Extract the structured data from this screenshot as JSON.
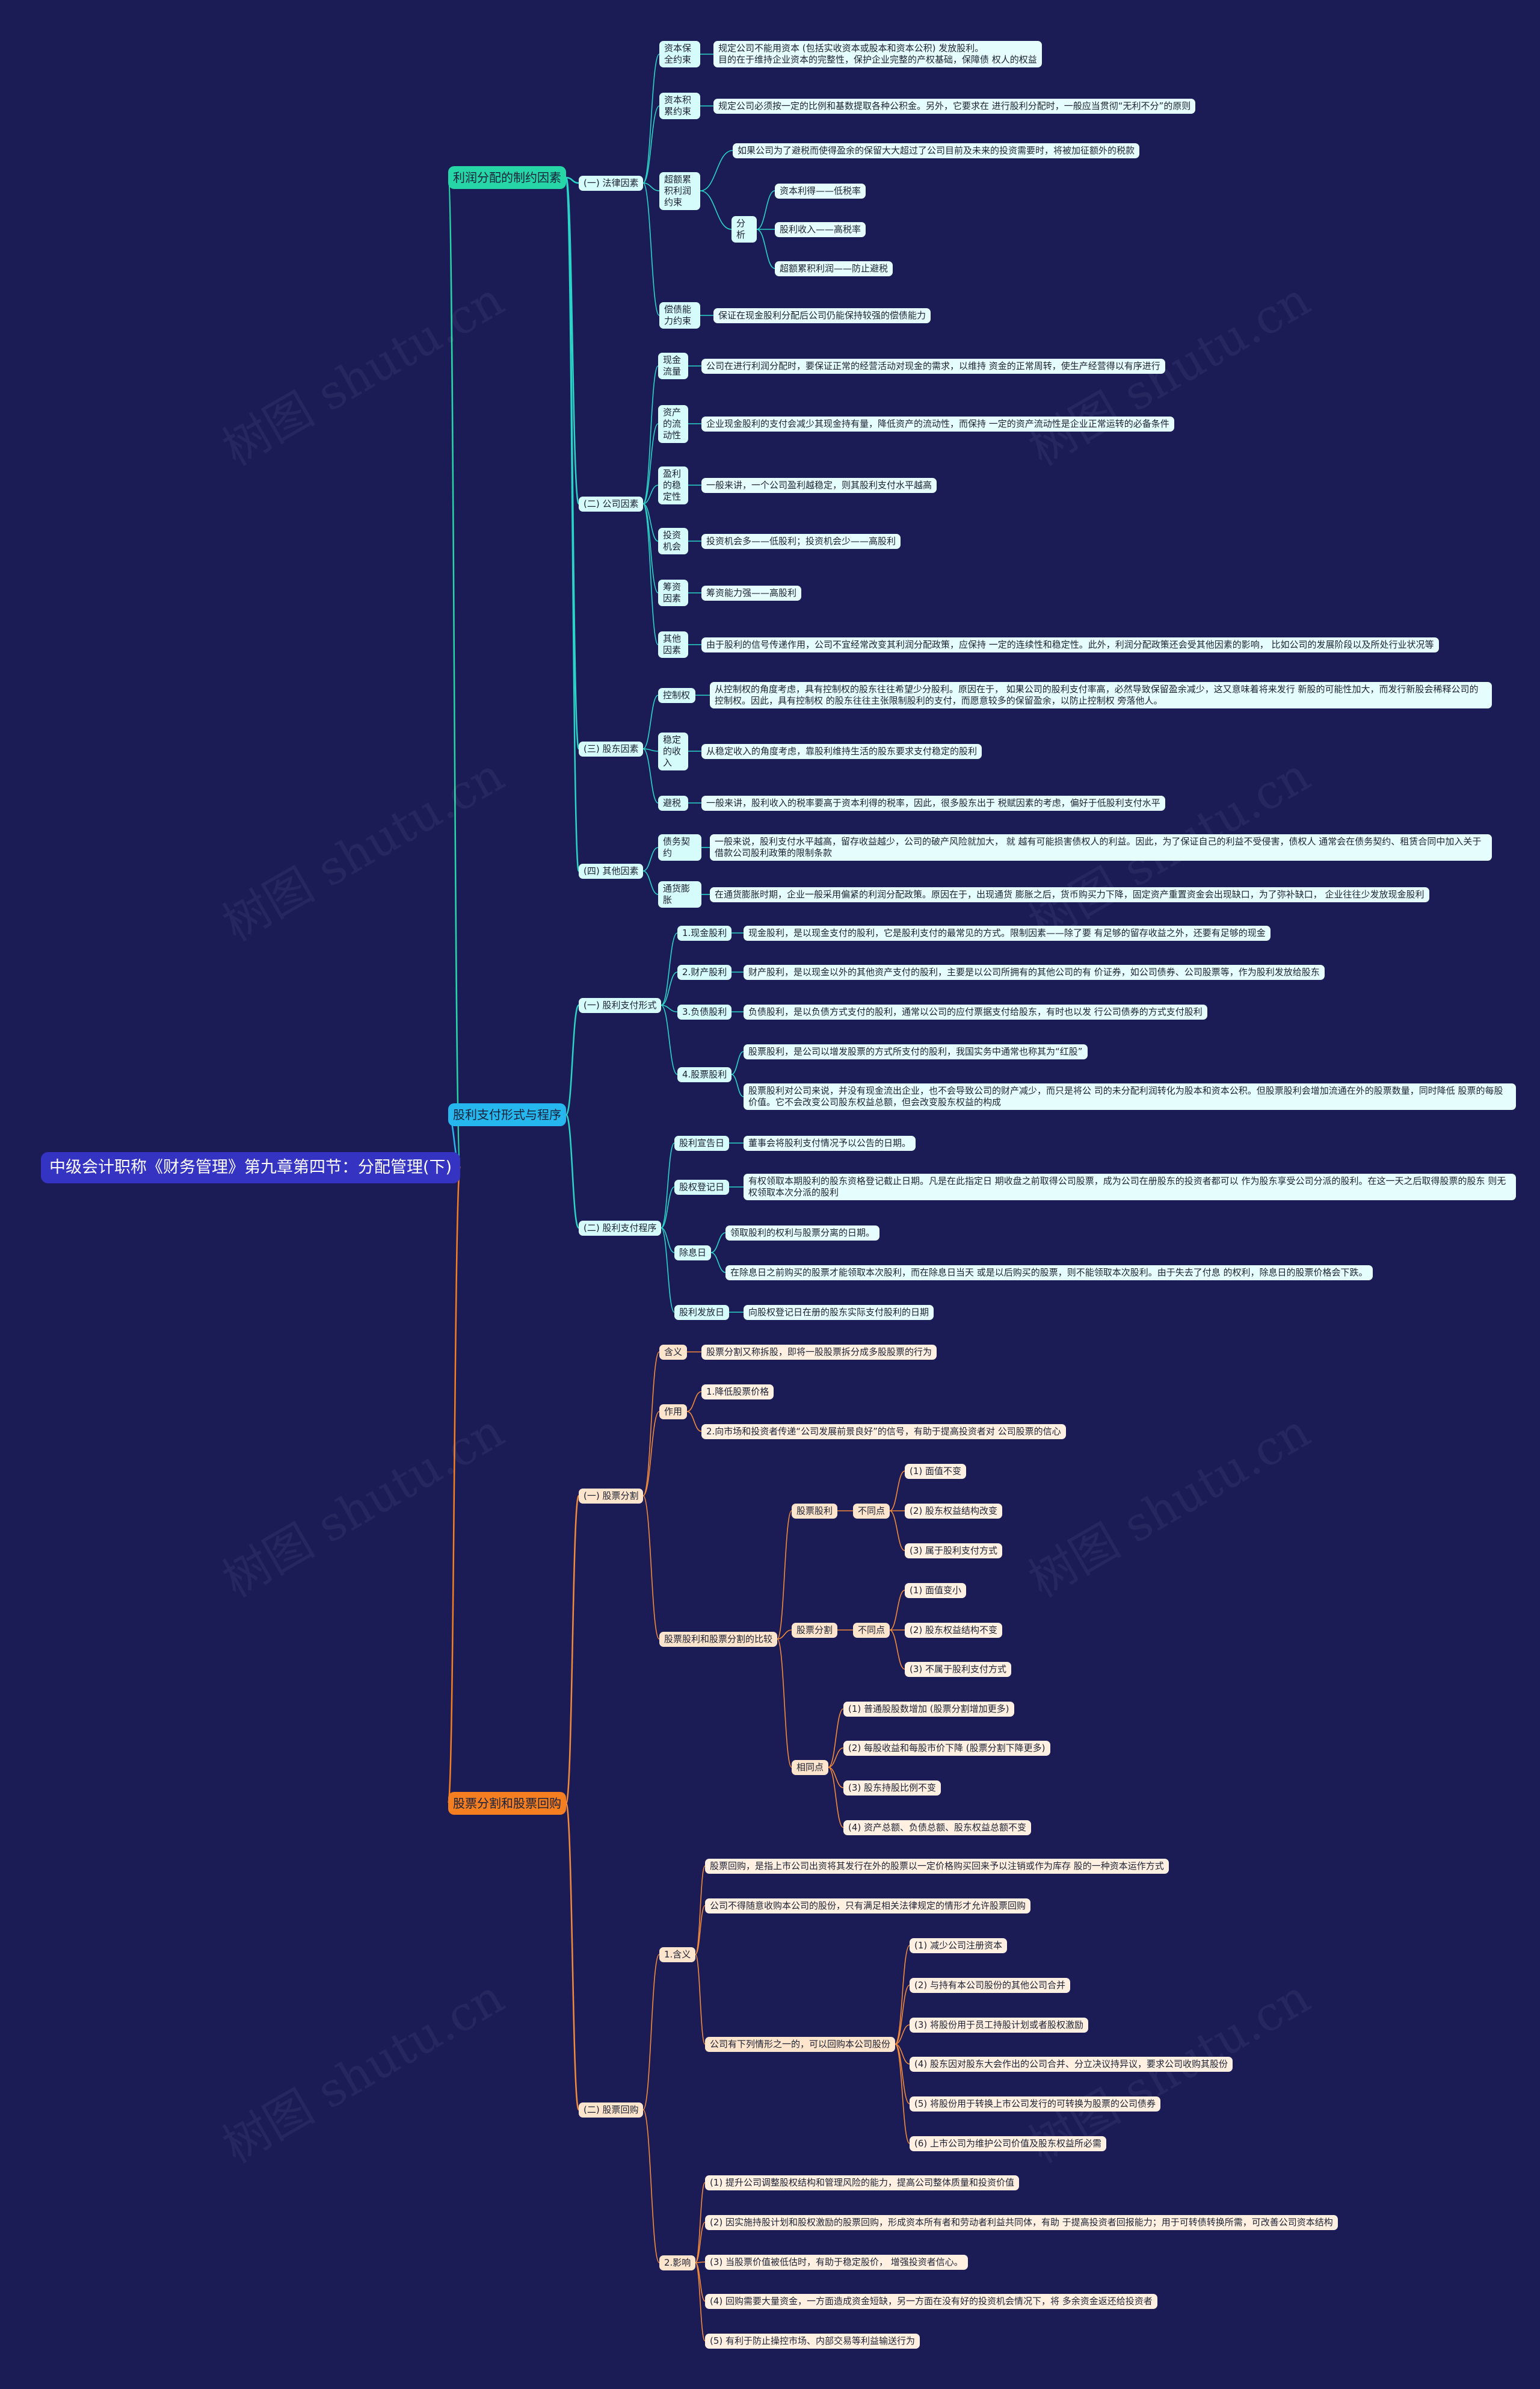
{
  "watermark": "树图 shutu.cn",
  "colors": {
    "background": "#1b1c56",
    "root": "#3433c2",
    "branch_green": "#27d6a6",
    "branch_blue": "#26b7ee",
    "branch_orange": "#f57e21"
  },
  "root": "中级会计职称《财务管理》第九章第四节：分配管理(下)",
  "branches": [
    {
      "label": "利润分配的制约因素",
      "color": "#27d6a6",
      "theme": "c",
      "children": [
        {
          "label": "(一) 法律因素",
          "children": [
            {
              "label": "资本保全约束",
              "children": [
                {
                  "label": "规定公司不能用资本 (包括实收资本或股本和资本公积) 发放股利。\n目的在于维持企业资本的完整性，保护企业完整的产权基础，保障债 权人的权益"
                }
              ]
            },
            {
              "label": "资本积累约束",
              "children": [
                {
                  "label": "规定公司必须按一定的比例和基数提取各种公积金。另外，它要求在 进行股利分配时，一般应当贯彻“无利不分”的原则"
                }
              ]
            },
            {
              "label": "超额累积利润约束",
              "children": [
                {
                  "label": "如果公司为了避税而使得盈余的保留大大超过了公司目前及未来的投资需要时，将被加征额外的税款"
                },
                {
                  "label": "分析",
                  "children": [
                    {
                      "label": "资本利得——低税率"
                    },
                    {
                      "label": "股利收入——高税率"
                    },
                    {
                      "label": "超额累积利润——防止避税"
                    }
                  ]
                }
              ]
            },
            {
              "label": "偿债能力约束",
              "children": [
                {
                  "label": "保证在现金股利分配后公司仍能保持较强的偿债能力"
                }
              ]
            }
          ]
        },
        {
          "label": "(二) 公司因素",
          "children": [
            {
              "label": "现金流量",
              "children": [
                {
                  "label": "公司在进行利润分配时，要保证正常的经营活动对现金的需求，以维持 资金的正常周转，使生产经营得以有序进行"
                }
              ]
            },
            {
              "label": "资产的流动性",
              "children": [
                {
                  "label": "企业现金股利的支付会减少其现金持有量，降低资产的流动性，而保持 一定的资产流动性是企业正常运转的必备条件"
                }
              ]
            },
            {
              "label": "盈利的稳定性",
              "children": [
                {
                  "label": "一般来讲，一个公司盈利越稳定，则其股利支付水平越高"
                }
              ]
            },
            {
              "label": "投资机会",
              "children": [
                {
                  "label": "投资机会多——低股利；投资机会少——高股利"
                }
              ]
            },
            {
              "label": "筹资因素",
              "children": [
                {
                  "label": "筹资能力强——高股利"
                }
              ]
            },
            {
              "label": "其他因素",
              "children": [
                {
                  "label": "由于股利的信号传递作用，公司不宜经常改变其利润分配政策，应保持 一定的连续性和稳定性。此外，利润分配政策还会受其他因素的影响， 比如公司的发展阶段以及所处行业状况等"
                }
              ]
            }
          ]
        },
        {
          "label": "(三) 股东因素",
          "children": [
            {
              "label": "控制权",
              "children": [
                {
                  "label": "从控制权的角度考虑，具有控制权的股东往往希望少分股利。原因在于， 如果公司的股利支付率高，必然导致保留盈余减少，这又意味着将来发行 新股的可能性加大，而发行新股会稀释公司的控制权。因此，具有控制权 的股东往往主张限制股利的支付，而愿意较多的保留盈余，以防止控制权 旁落他人。"
                }
              ]
            },
            {
              "label": "稳定的收入",
              "children": [
                {
                  "label": "从稳定收入的角度考虑，靠股利维持生活的股东要求支付稳定的股利"
                }
              ]
            },
            {
              "label": "避税",
              "children": [
                {
                  "label": "一般来讲，股利收入的税率要高于资本利得的税率，因此，很多股东出于 税赋因素的考虑，偏好于低股利支付水平"
                }
              ]
            }
          ]
        },
        {
          "label": "(四) 其他因素",
          "children": [
            {
              "label": "债务契约",
              "children": [
                {
                  "label": "一般来说，股利支付水平越高，留存收益越少，公司的破产风险就加大， 就 越有可能损害债权人的利益。因此，为了保证自己的利益不受侵害，债权人 通常会在债务契约、租赁合同中加入关于借款公司股利政策的限制条款"
                }
              ]
            },
            {
              "label": "通货膨胀",
              "children": [
                {
                  "label": "在通货膨胀时期，企业一般采用偏紧的利润分配政策。原因在于，出现通货 膨胀之后，货币购买力下降，固定资产重置资金会出现缺口，为了弥补缺口， 企业往往少发放现金股利"
                }
              ]
            }
          ]
        }
      ]
    },
    {
      "label": "股利支付形式与程序",
      "color": "#26b7ee",
      "theme": "c",
      "children": [
        {
          "label": "(一) 股利支付形式",
          "children": [
            {
              "label": "1.现金股利",
              "children": [
                {
                  "label": "现金股利，是以现金支付的股利，它是股利支付的最常见的方式。限制因素——除了要 有足够的留存收益之外，还要有足够的现金"
                }
              ]
            },
            {
              "label": "2.财产股利",
              "children": [
                {
                  "label": "财产股利，是以现金以外的其他资产支付的股利，主要是以公司所拥有的其他公司的有 价证券，如公司债券、公司股票等，作为股利发放给股东"
                }
              ]
            },
            {
              "label": "3.负债股利",
              "children": [
                {
                  "label": "负债股利，是以负债方式支付的股利，通常以公司的应付票据支付给股东，有时也以发 行公司债券的方式支付股利"
                }
              ]
            },
            {
              "label": "4.股票股利",
              "children": [
                {
                  "label": "股票股利，是公司以增发股票的方式所支付的股利，我国实务中通常也称其为“红股”"
                },
                {
                  "label": "股票股利对公司来说，并没有现金流出企业，也不会导致公司的财产减少，而只是将公 司的未分配利润转化为股本和资本公积。但股票股利会增加流通在外的股票数量，同时降低 股票的每股价值。它不会改变公司股东权益总额，但会改变股东权益的构成"
                }
              ]
            }
          ]
        },
        {
          "label": "(二) 股利支付程序",
          "children": [
            {
              "label": "股利宣告日",
              "children": [
                {
                  "label": "董事会将股利支付情况予以公告的日期。"
                }
              ]
            },
            {
              "label": "股权登记日",
              "children": [
                {
                  "label": "有权领取本期股利的股东资格登记截止日期。凡是在此指定日 期收盘之前取得公司股票，成为公司在册股东的投资者都可以 作为股东享受公司分派的股利。在这一天之后取得股票的股东 则无权领取本次分派的股利"
                }
              ]
            },
            {
              "label": "除息日",
              "children": [
                {
                  "label": "领取股利的权利与股票分离的日期。"
                },
                {
                  "label": "在除息日之前购买的股票才能领取本次股利，而在除息日当天 或是以后购买的股票，则不能领取本次股利。由于失去了付息 的权利，除息日的股票价格会下跌。"
                }
              ]
            },
            {
              "label": "股利发放日",
              "children": [
                {
                  "label": "向股权登记日在册的股东实际支付股利的日期"
                }
              ]
            }
          ]
        }
      ]
    },
    {
      "label": "股票分割和股票回购",
      "color": "#f57e21",
      "theme": "o",
      "children": [
        {
          "label": "(一) 股票分割",
          "children": [
            {
              "label": "含义",
              "children": [
                {
                  "label": "股票分割又称拆股，即将一股股票拆分成多股股票的行为"
                }
              ]
            },
            {
              "label": "作用",
              "children": [
                {
                  "label": "1.降低股票价格"
                },
                {
                  "label": "2.向市场和投资者传递“公司发展前景良好”的信号，有助于提高投资者对 公司股票的信心"
                }
              ]
            },
            {
              "label": "股票股利和股票分割的比较",
              "children": [
                {
                  "label": "股票股利",
                  "children": [
                    {
                      "label": "不同点",
                      "children": [
                        {
                          "label": "(1) 面值不变"
                        },
                        {
                          "label": "(2) 股东权益结构改变"
                        },
                        {
                          "label": "(3) 属于股利支付方式"
                        }
                      ]
                    }
                  ]
                },
                {
                  "label": "股票分割",
                  "children": [
                    {
                      "label": "不同点",
                      "children": [
                        {
                          "label": "(1) 面值变小"
                        },
                        {
                          "label": "(2) 股东权益结构不变"
                        },
                        {
                          "label": "(3) 不属于股利支付方式"
                        }
                      ]
                    }
                  ]
                },
                {
                  "label": "相同点",
                  "children": [
                    {
                      "label": "(1) 普通股股数增加 (股票分割增加更多)"
                    },
                    {
                      "label": "(2) 每股收益和每股市价下降 (股票分割下降更多)"
                    },
                    {
                      "label": "(3) 股东持股比例不变"
                    },
                    {
                      "label": "(4) 资产总额、负债总额、股东权益总额不变"
                    }
                  ]
                }
              ]
            }
          ]
        },
        {
          "label": "(二) 股票回购",
          "children": [
            {
              "label": "1.含义",
              "children": [
                {
                  "label": "股票回购，是指上市公司出资将其发行在外的股票以一定价格购买回来予以注销或作为库存 股的一种资本运作方式"
                },
                {
                  "label": "公司不得随意收购本公司的股份，只有满足相关法律规定的情形才允许股票回购"
                },
                {
                  "label": "公司有下列情形之一的，可以回购本公司股份",
                  "children": [
                    {
                      "label": "(1) 减少公司注册资本"
                    },
                    {
                      "label": "(2) 与持有本公司股份的其他公司合并"
                    },
                    {
                      "label": "(3) 将股份用于员工持股计划或者股权激励"
                    },
                    {
                      "label": "(4) 股东因对股东大会作出的公司合并、分立决议持异议，要求公司收购其股份"
                    },
                    {
                      "label": "(5) 将股份用于转换上市公司发行的可转换为股票的公司债券"
                    },
                    {
                      "label": "(6) 上市公司为维护公司价值及股东权益所必需"
                    }
                  ]
                }
              ]
            },
            {
              "label": "2.影响",
              "children": [
                {
                  "label": "(1) 提升公司调整股权结构和管理风险的能力，提高公司整体质量和投资价值"
                },
                {
                  "label": "(2) 因实施持股计划和股权激励的股票回购，形成资本所有者和劳动者利益共同体，有助 于提高投资者回报能力；用于可转债转换所需，可改善公司资本结构"
                },
                {
                  "label": "(3) 当股票价值被低估时，有助于稳定股价， 增强投资者信心。"
                },
                {
                  "label": "(4) 回购需要大量资金，一方面造成资金短缺，另一方面在没有好的投资机会情况下，将 多余资金返还给投资者"
                },
                {
                  "label": "(5) 有利于防止操控市场、内部交易等利益输送行为"
                }
              ]
            }
          ]
        }
      ]
    }
  ]
}
